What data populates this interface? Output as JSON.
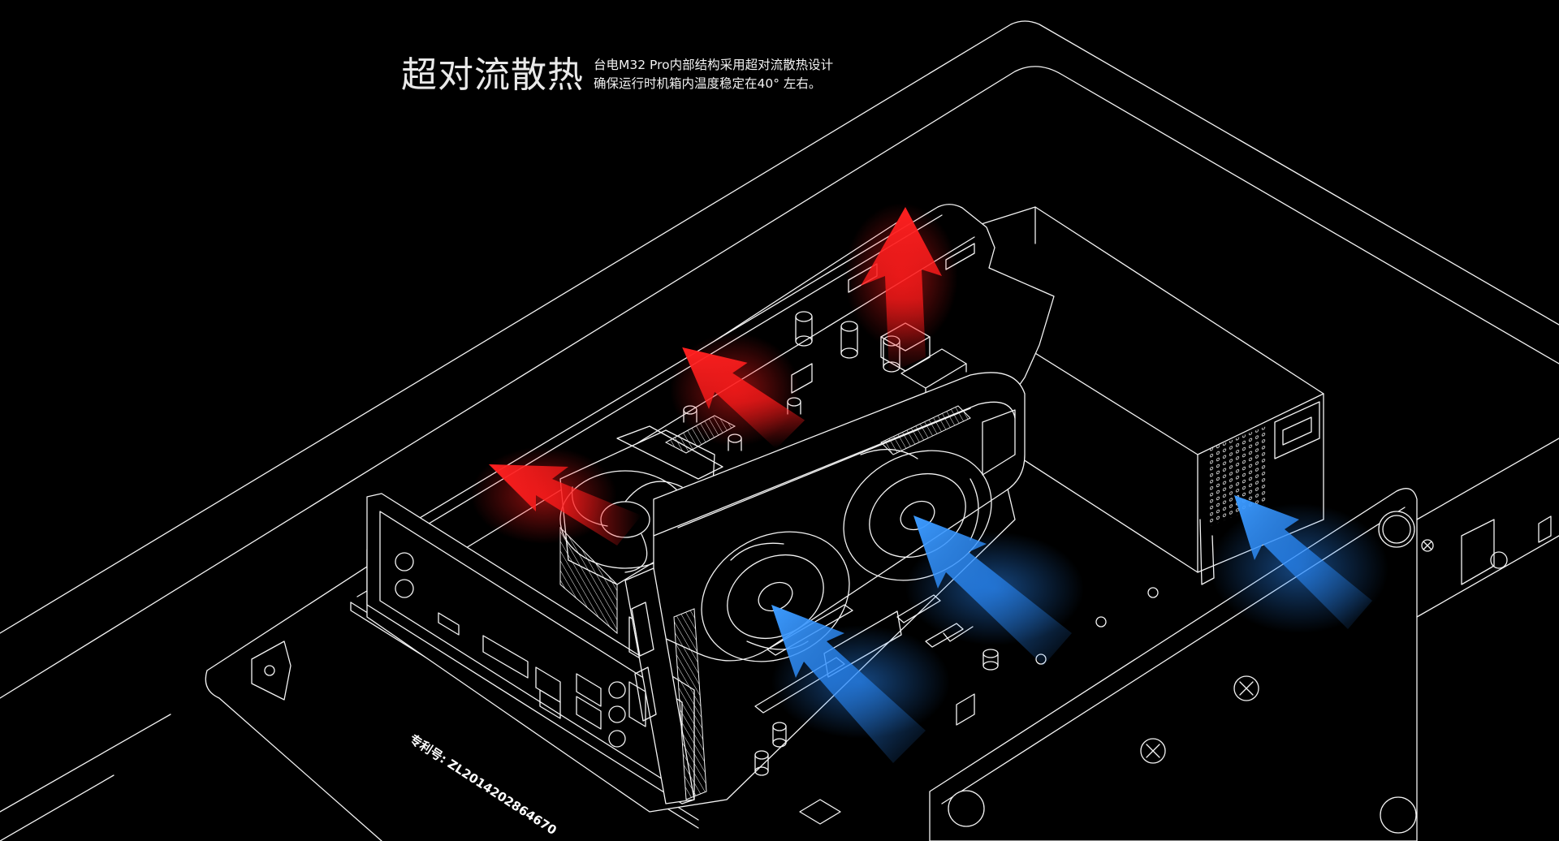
{
  "heading": {
    "title": "超对流散热",
    "line1": "台电M32 Pro内部结构采用超对流散热设计",
    "line2": "确保运行时机箱内温度稳定在40° 左右。"
  },
  "patent_label": "专利号: ZL2014202864670",
  "airflow": {
    "hot_color": "#ff1a1a",
    "cool_color": "#2a8cff"
  },
  "icons": [
    "hot-air-arrow-icon",
    "cool-air-arrow-icon",
    "screw-icon"
  ]
}
